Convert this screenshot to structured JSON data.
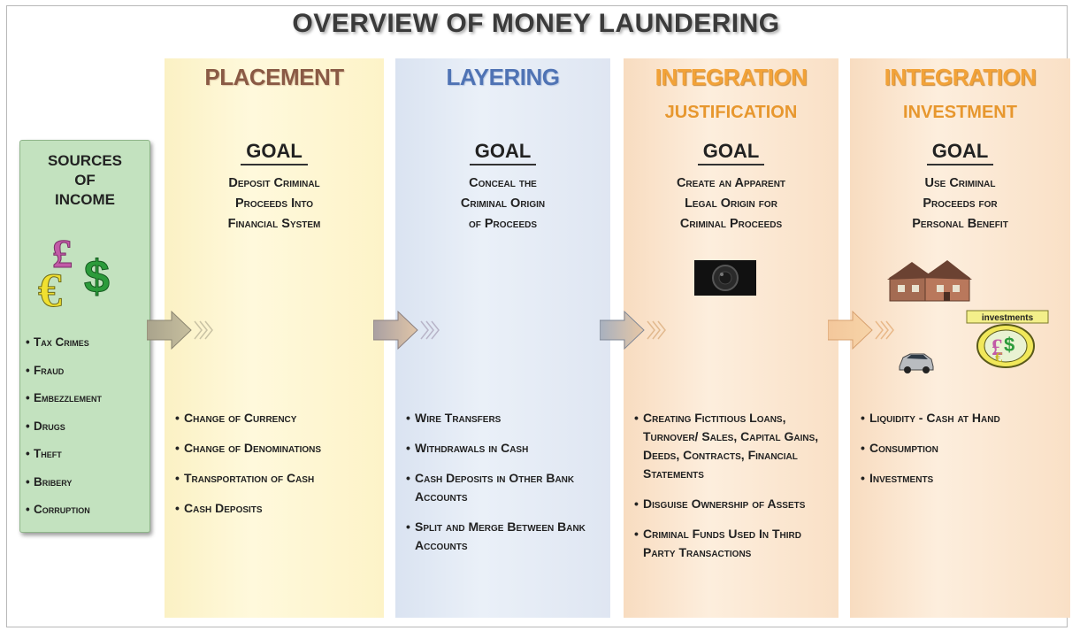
{
  "title": "OVERVIEW OF MONEY LAUNDERING",
  "sources": {
    "title": [
      "SOURCES",
      "OF",
      "INCOME"
    ],
    "items": [
      "Tax Crimes",
      "Fraud",
      "Embezzlement",
      "Drugs",
      "Theft",
      "Bribery",
      "Corruption"
    ]
  },
  "goal_label": "GOAL",
  "columns": [
    {
      "title": "PLACEMENT",
      "subtitle": "",
      "goal_text": [
        "Deposit Criminal",
        "Proceeds Into",
        "Financial System"
      ],
      "items": [
        "Change of Currency",
        "Change of Denominations",
        "Transportation of Cash",
        "Cash Deposits"
      ]
    },
    {
      "title": "LAYERING",
      "subtitle": "",
      "goal_text": [
        "Conceal the",
        "Criminal Origin",
        "of Proceeds"
      ],
      "items": [
        "Wire Transfers",
        "Withdrawals in Cash",
        "Cash Deposits in Other Bank Accounts",
        "Split and Merge Between Bank Accounts"
      ]
    },
    {
      "title": "INTEGRATION",
      "subtitle": "JUSTIFICATION",
      "goal_text": [
        "Create an Apparent",
        "Legal Origin for",
        "Criminal Proceeds"
      ],
      "items": [
        "Creating Fictitious Loans, Turnover/ Sales, Capital Gains, Deeds, Contracts, Financial Statements",
        "Disguise Ownership of Assets",
        "Criminal Funds Used In Third Party Transactions"
      ]
    },
    {
      "title": "INTEGRATION",
      "subtitle": "INVESTMENT",
      "goal_text": [
        "Use Criminal",
        "Proceeds for",
        "Personal Benefit"
      ],
      "items": [
        "Liquidity - Cash at Hand",
        "Consumption",
        "Investments"
      ]
    }
  ],
  "investments_label": "investments",
  "colors": {
    "placement": "#8a5a45",
    "layering": "#4f73b4",
    "integration": "#f2a238",
    "sources_bg": "#c3e2bf"
  },
  "icons": [
    "currency-symbols-icon",
    "arrow-right-icon",
    "camera-lens-icon",
    "house-icon",
    "car-icon",
    "investments-icon"
  ]
}
